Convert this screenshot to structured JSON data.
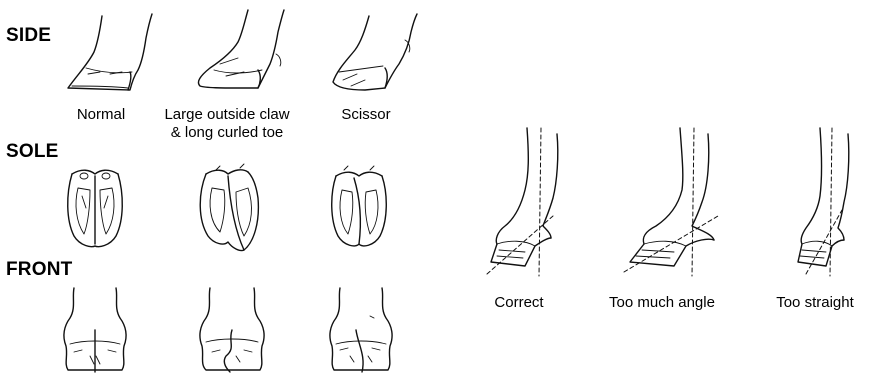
{
  "left_panel": {
    "rows": [
      {
        "label": "SIDE"
      },
      {
        "label": "SOLE"
      },
      {
        "label": "FRONT"
      }
    ],
    "columns": [
      {
        "caption": "Normal"
      },
      {
        "caption": "Large outside claw\n& long curled toe"
      },
      {
        "caption": "Scissor"
      }
    ]
  },
  "right_panel": {
    "captions": [
      "Correct",
      "Too much angle",
      "Too straight"
    ]
  }
}
